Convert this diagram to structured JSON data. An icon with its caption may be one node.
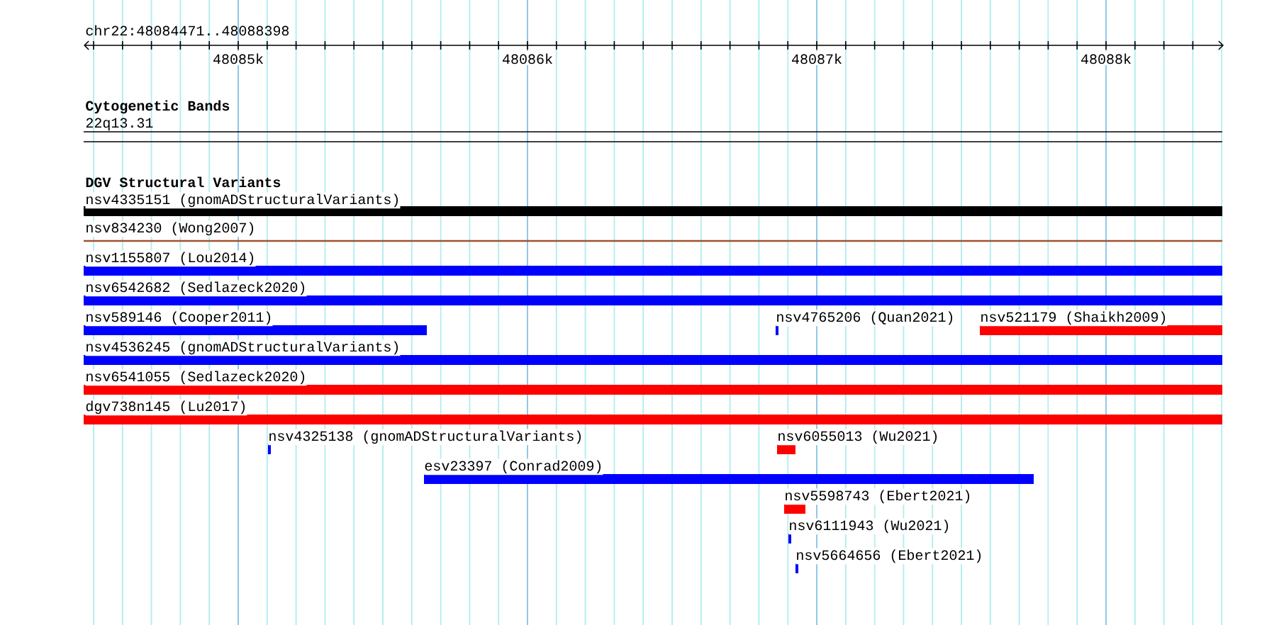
{
  "diagram": {
    "title": "chr22:48084471..48088398",
    "nodes": [
      {
        "text": [
          "nsv4335151 (gnomADStructuralVariants)"
        ]
      },
      {
        "text": [
          "nsv834230 (Wong2007)"
        ]
      },
      {
        "text": [
          "nsv1155807 (Lou2014)"
        ]
      },
      {
        "text": [
          "nsv6542682 (Sedlazeck2020)"
        ]
      },
      {
        "text": [
          "nsv589146 (Cooper2011)"
        ]
      },
      {
        "text": [
          "nsv4765206 (Quan2021)"
        ]
      },
      {
        "text": [
          "nsv521179 (Shaikh2009)"
        ]
      },
      {
        "text": [
          "nsv4536245 (gnomADStructuralVariants)"
        ]
      },
      {
        "text": [
          "nsv6541055 (Sedlazeck2020)"
        ]
      },
      {
        "text": [
          "dgv738n145 (Lu2017)"
        ]
      },
      {
        "text": [
          "nsv4325138 (gnomADStructuralVariants)"
        ]
      },
      {
        "text": [
          "nsv6055013 (Wu2021)"
        ]
      },
      {
        "text": [
          "esv23397 (Conrad2009)"
        ]
      },
      {
        "text": [
          "nsv5598743 (Ebert2021)"
        ]
      },
      {
        "text": [
          "nsv6111943 (Wu2021)"
        ]
      },
      {
        "text": [
          "nsv5664656 (Ebert2021)"
        ]
      }
    ],
    "labels": [
      "48085k",
      "48086k",
      "48087k",
      "48088k",
      "Cytogenetic Bands",
      "22q13.31",
      "DGV Structural Variants"
    ]
  }
}
